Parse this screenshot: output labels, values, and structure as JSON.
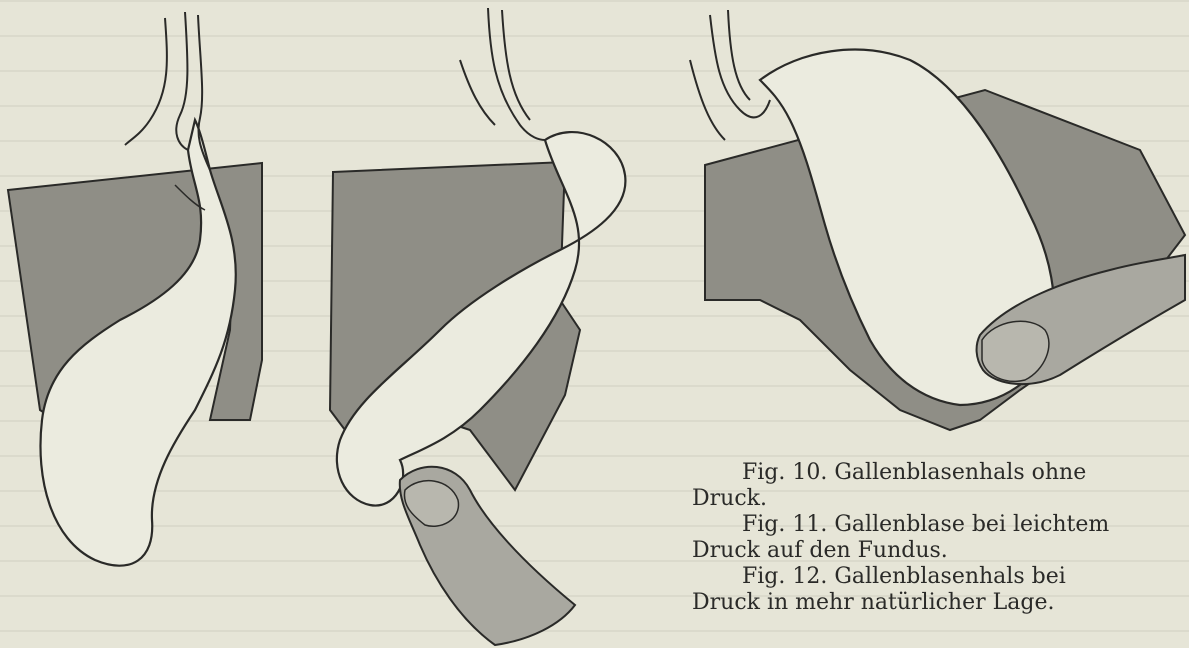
{
  "figures": [
    {
      "id": "fig10"
    },
    {
      "id": "fig11"
    },
    {
      "id": "fig12"
    }
  ],
  "caption": {
    "fig10_line1": "Fig. 10.  Gallenblasenhals ohne",
    "fig10_line2": "Druck.",
    "fig11_line1": "Fig. 11.  Gallenblase bei leichtem",
    "fig11_line2": "Druck auf den Fundus.",
    "fig12_line1": "Fig. 12.   Gallenblasenhals  bei",
    "fig12_line2": "Druck in mehr natürlicher Lage."
  },
  "colors": {
    "paper": "#e6e5d7",
    "liver_shade": "#8f8e86",
    "organ_fill": "#ebebdf",
    "finger_fill": "#a9a8a0",
    "ink": "#2a2a28"
  }
}
